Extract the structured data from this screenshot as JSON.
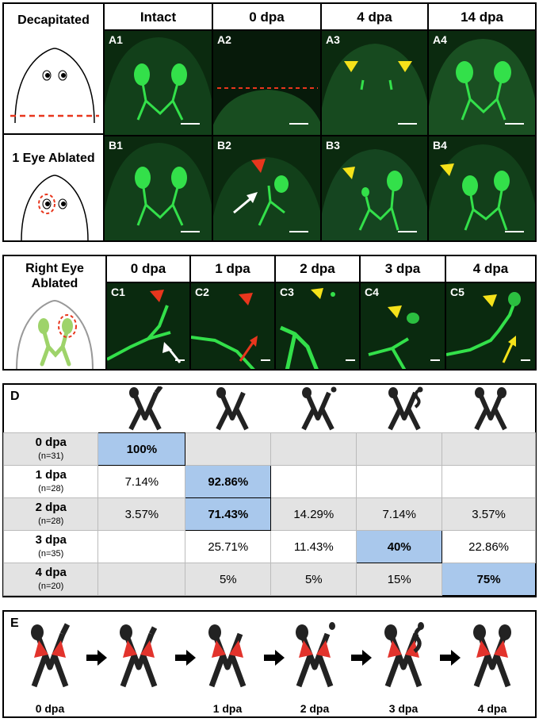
{
  "panel_ab": {
    "columns": [
      "Intact",
      "0 dpa",
      "4 dpa",
      "14 dpa"
    ],
    "row_a": {
      "title": "Decapitated",
      "labels": [
        "A1",
        "A2",
        "A3",
        "A4"
      ]
    },
    "row_b": {
      "title": "1 Eye Ablated",
      "labels": [
        "B1",
        "B2",
        "B3",
        "B4"
      ]
    }
  },
  "panel_c": {
    "title_line1": "Right Eye",
    "title_line2": "Ablated",
    "columns": [
      "0 dpa",
      "1 dpa",
      "2 dpa",
      "3 dpa",
      "4 dpa"
    ],
    "labels": [
      "C1",
      "C2",
      "C3",
      "C4",
      "C5"
    ]
  },
  "panel_d": {
    "label": "D",
    "rows": [
      {
        "day": "0 dpa",
        "n": "(n=31)",
        "cells": [
          "100%",
          "",
          "",
          "",
          ""
        ],
        "highlight": 0
      },
      {
        "day": "1 dpa",
        "n": "(n=28)",
        "cells": [
          "7.14%",
          "92.86%",
          "",
          "",
          ""
        ],
        "highlight": 1
      },
      {
        "day": "2 dpa",
        "n": "(n=28)",
        "cells": [
          "3.57%",
          "71.43%",
          "14.29%",
          "7.14%",
          "3.57%"
        ],
        "highlight": 1
      },
      {
        "day": "3 dpa",
        "n": "(n=35)",
        "cells": [
          "",
          "25.71%",
          "11.43%",
          "40%",
          "22.86%"
        ],
        "highlight": 3
      },
      {
        "day": "4 dpa",
        "n": "(n=20)",
        "cells": [
          "",
          "5%",
          "5%",
          "15%",
          "75%"
        ],
        "highlight": 4
      }
    ]
  },
  "panel_e": {
    "label": "E",
    "stages": [
      "0 dpa",
      "",
      "1 dpa",
      "2 dpa",
      "3 dpa",
      "4 dpa"
    ]
  },
  "colors": {
    "fluorescence": "#33e04a",
    "background": "#0b2a0f",
    "highlight": "#a9c8ec",
    "arrow_red": "#e8361d",
    "arrow_yellow": "#f5e21a",
    "arrow_white": "#ffffff"
  }
}
